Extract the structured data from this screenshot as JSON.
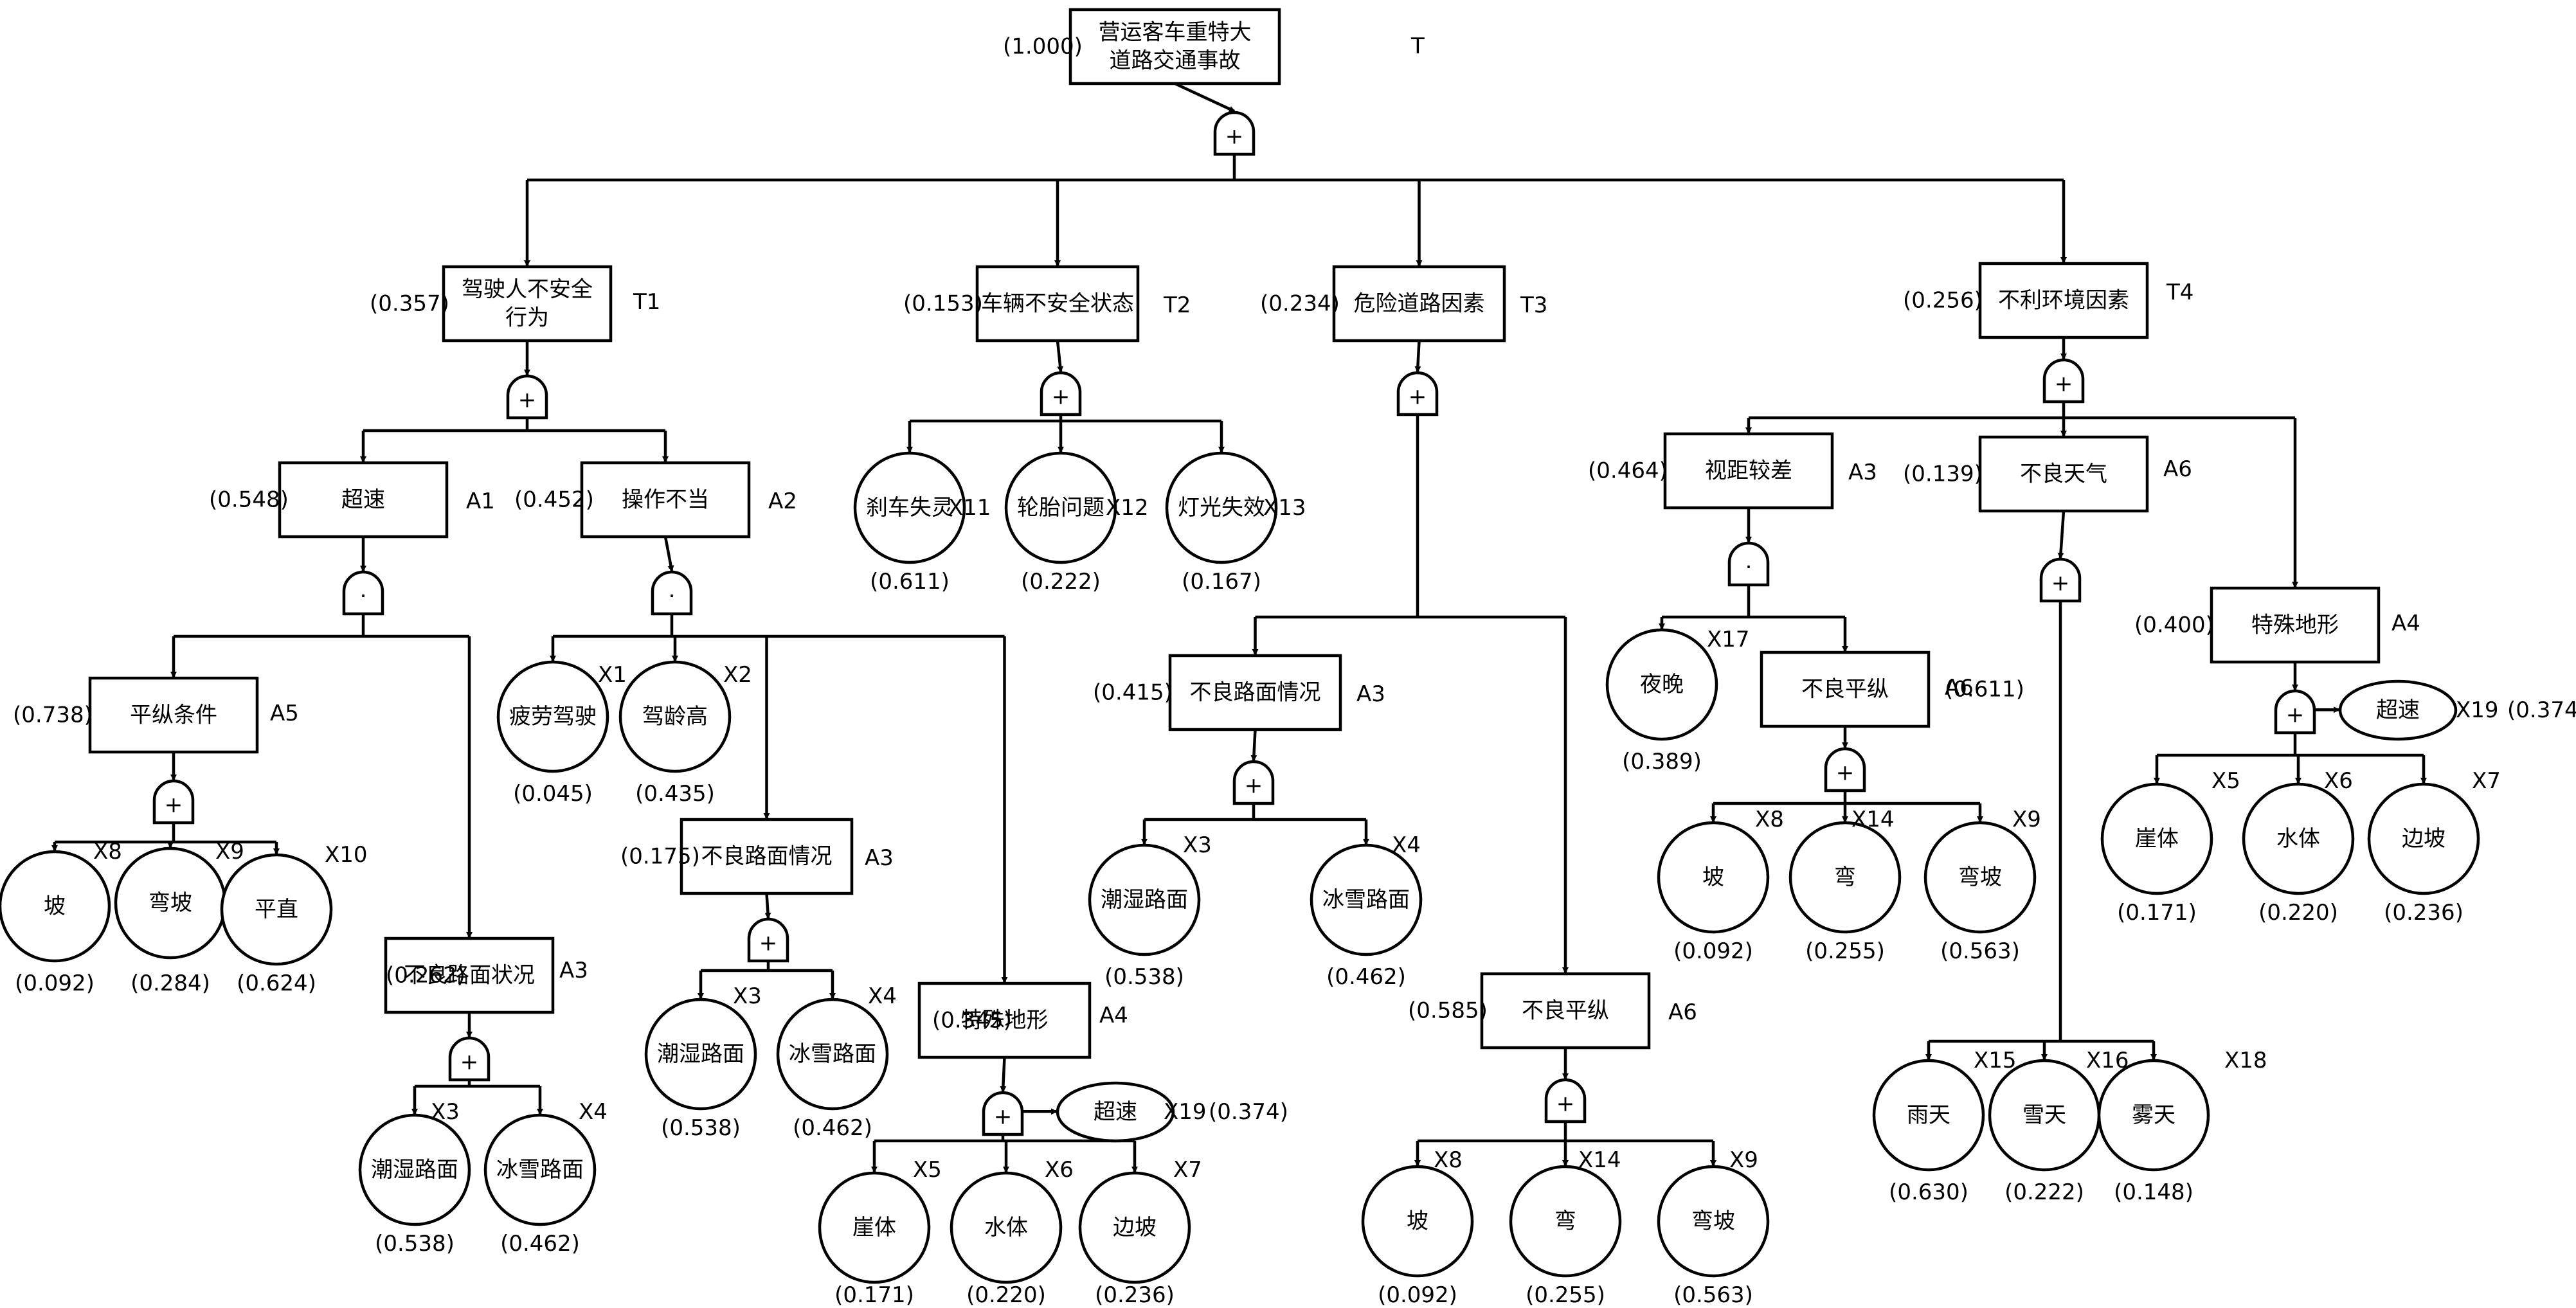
{
  "diagram": {
    "type": "fault-tree",
    "nodes": [
      {
        "id": "top",
        "lines": [
          "营运客车重特大",
          "道路交通事故"
        ],
        "code": "T",
        "prob": "(1.000)"
      },
      {
        "id": "t1",
        "lines": [
          "驾驶人不安全",
          "行为"
        ],
        "code": "T1",
        "prob": "(0.357)"
      },
      {
        "id": "t2",
        "lines": [
          "车辆不安全状态"
        ],
        "code": "T2",
        "prob": "(0.153)"
      },
      {
        "id": "t3",
        "lines": [
          "危险道路因素"
        ],
        "code": "T3",
        "prob": "(0.234)"
      },
      {
        "id": "t4",
        "lines": [
          "不利环境因素"
        ],
        "code": "T4",
        "prob": "(0.256)"
      },
      {
        "id": "a1",
        "lines": [
          "超速"
        ],
        "code": "A1",
        "prob": "(0.548)"
      },
      {
        "id": "a2",
        "lines": [
          "操作不当"
        ],
        "code": "A2",
        "prob": "(0.452)"
      },
      {
        "id": "a5",
        "lines": [
          "平纵条件"
        ],
        "code": "A5",
        "prob": "(0.738)"
      },
      {
        "id": "a3a",
        "lines": [
          "不良路面状况"
        ],
        "code": "A3",
        "prob": "(0.262)"
      },
      {
        "id": "a3b",
        "lines": [
          "不良路面情况"
        ],
        "code": "A3",
        "prob": "(0.175)"
      },
      {
        "id": "a4a",
        "lines": [
          "特殊地形"
        ],
        "code": "A4",
        "prob": "(0.345)"
      },
      {
        "id": "a3c",
        "lines": [
          "不良路面情况"
        ],
        "code": "A3",
        "prob": "(0.415)"
      },
      {
        "id": "a6a",
        "lines": [
          "不良平纵"
        ],
        "code": "A6",
        "prob": "(0.585)"
      },
      {
        "id": "a3d",
        "lines": [
          "视距较差"
        ],
        "code": "A3",
        "prob": "(0.464)"
      },
      {
        "id": "a6b",
        "lines": [
          "不良天气"
        ],
        "code": "A6",
        "prob": "(0.139)"
      },
      {
        "id": "a4b",
        "lines": [
          "特殊地形"
        ],
        "code": "A4",
        "prob": "(0.400)"
      },
      {
        "id": "a6c",
        "lines": [
          "不良平纵"
        ],
        "code": "A6",
        "prob": "(0.611)"
      }
    ],
    "basic_events": [
      {
        "id": "b1",
        "label": "坡",
        "code": "X8",
        "prob": "(0.092)"
      },
      {
        "id": "b2",
        "label": "弯坡",
        "code": "X9",
        "prob": "(0.284)"
      },
      {
        "id": "b3",
        "label": "平直",
        "code": "X10",
        "prob": "(0.624)"
      },
      {
        "id": "b4",
        "label": "潮湿路面",
        "code": "X3",
        "prob": "(0.538)"
      },
      {
        "id": "b5",
        "label": "冰雪路面",
        "code": "X4",
        "prob": "(0.462)"
      },
      {
        "id": "b6",
        "label": "疲劳驾驶",
        "code": "X1",
        "prob": "(0.045)"
      },
      {
        "id": "b7",
        "label": "驾龄高",
        "code": "X2",
        "prob": "(0.435)"
      },
      {
        "id": "b8",
        "label": "潮湿路面",
        "code": "X3",
        "prob": "(0.538)"
      },
      {
        "id": "b9",
        "label": "冰雪路面",
        "code": "X4",
        "prob": "(0.462)"
      },
      {
        "id": "b10",
        "label": "崖体",
        "code": "X5",
        "prob": "(0.171)"
      },
      {
        "id": "b11",
        "label": "水体",
        "code": "X6",
        "prob": "(0.220)"
      },
      {
        "id": "b12",
        "label": "边坡",
        "code": "X7",
        "prob": "(0.236)"
      },
      {
        "id": "b13",
        "label": "刹车失灵",
        "code": "X11",
        "prob": "(0.611)"
      },
      {
        "id": "b14",
        "label": "轮胎问题",
        "code": "X12",
        "prob": "(0.222)"
      },
      {
        "id": "b15",
        "label": "灯光失效",
        "code": "X13",
        "prob": "(0.167)"
      },
      {
        "id": "b16",
        "label": "潮湿路面",
        "code": "X3",
        "prob": "(0.538)"
      },
      {
        "id": "b17",
        "label": "冰雪路面",
        "code": "X4",
        "prob": "(0.462)"
      },
      {
        "id": "b18",
        "label": "坡",
        "code": "X8",
        "prob": "(0.092)"
      },
      {
        "id": "b19",
        "label": "弯",
        "code": "X14",
        "prob": "(0.255)"
      },
      {
        "id": "b20",
        "label": "弯坡",
        "code": "X9",
        "prob": "(0.563)"
      },
      {
        "id": "b21",
        "label": "夜晚",
        "code": "X17",
        "prob": "(0.389)"
      },
      {
        "id": "b22",
        "label": "坡",
        "code": "X8",
        "prob": "(0.092)"
      },
      {
        "id": "b23",
        "label": "弯",
        "code": "X14",
        "prob": "(0.255)"
      },
      {
        "id": "b24",
        "label": "弯坡",
        "code": "X9",
        "prob": "(0.563)"
      },
      {
        "id": "b25",
        "label": "雨天",
        "code": "X15",
        "prob": "(0.630)"
      },
      {
        "id": "b26",
        "label": "雪天",
        "code": "X16",
        "prob": "(0.222)"
      },
      {
        "id": "b27",
        "label": "雾天",
        "code": "X18",
        "prob": "(0.148)"
      },
      {
        "id": "b28",
        "label": "崖体",
        "code": "X5",
        "prob": "(0.171)"
      },
      {
        "id": "b29",
        "label": "水体",
        "code": "X6",
        "prob": "(0.220)"
      },
      {
        "id": "b30",
        "label": "边坡",
        "code": "X7",
        "prob": "(0.236)"
      }
    ],
    "side_events": [
      {
        "id": "s1",
        "label": "超速",
        "code": "X19",
        "prob": "(0.374)"
      },
      {
        "id": "s2",
        "label": "超速",
        "code": "X19",
        "prob": "(0.374)"
      }
    ],
    "gates": [
      {
        "id": "g0",
        "symbol": "+"
      },
      {
        "id": "g1",
        "symbol": "+"
      },
      {
        "id": "g2",
        "symbol": "+"
      },
      {
        "id": "g3",
        "symbol": "+"
      },
      {
        "id": "g4",
        "symbol": "+"
      },
      {
        "id": "ga1",
        "symbol": "·"
      },
      {
        "id": "ga2",
        "symbol": "·"
      },
      {
        "id": "ga5",
        "symbol": "+"
      },
      {
        "id": "ga3a",
        "symbol": "+"
      },
      {
        "id": "ga3b",
        "symbol": "+"
      },
      {
        "id": "ga4a",
        "symbol": "+"
      },
      {
        "id": "ga3c",
        "symbol": "+"
      },
      {
        "id": "ga6a",
        "symbol": "+"
      },
      {
        "id": "ga3d",
        "symbol": "·"
      },
      {
        "id": "ga6b",
        "symbol": "+"
      },
      {
        "id": "ga4b",
        "symbol": "+"
      },
      {
        "id": "ga6c",
        "symbol": "+"
      }
    ]
  }
}
